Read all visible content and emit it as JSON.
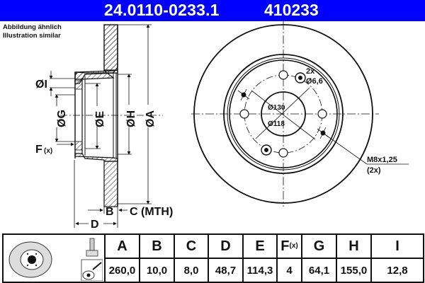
{
  "header": {
    "part_number": "24.0110-0233.1",
    "code": "410233",
    "background": "#0000ff"
  },
  "note": {
    "line1": "Abbildung ähnlich",
    "line2": "Illustration similar"
  },
  "side_view": {
    "labels": {
      "I": "ØI",
      "G": "ØG",
      "E": "ØE",
      "H": "ØH",
      "A": "ØA",
      "F": "F",
      "F_sub": "(x)",
      "B": "B",
      "C": "C (MTH)",
      "D": "D"
    }
  },
  "front_view": {
    "hole_count_label": "2x",
    "hole_diameter_label": "Ø6,6",
    "pcd_outer_label": "Ø130",
    "pcd_inner_label": "Ø118",
    "thread_label": "M8x1,25",
    "thread_count_label": "(2x)"
  },
  "spec_table": {
    "columns": [
      {
        "key": "A",
        "label": "A",
        "value": "260,0"
      },
      {
        "key": "B",
        "label": "B",
        "value": "10,0"
      },
      {
        "key": "C",
        "label": "C",
        "value": "8,0"
      },
      {
        "key": "D",
        "label": "D",
        "value": "48,7"
      },
      {
        "key": "E",
        "label": "E",
        "value": "114,3"
      },
      {
        "key": "F",
        "label": "F",
        "sub": "(x)",
        "value": "4"
      },
      {
        "key": "G",
        "label": "G",
        "value": "64,1"
      },
      {
        "key": "H",
        "label": "H",
        "value": "155,0"
      },
      {
        "key": "I",
        "label": "I",
        "value": "12,8"
      }
    ],
    "icons": [
      "brake-disc-thumbnail-icon",
      "bolt-icon",
      "thread-tool-icon"
    ]
  }
}
